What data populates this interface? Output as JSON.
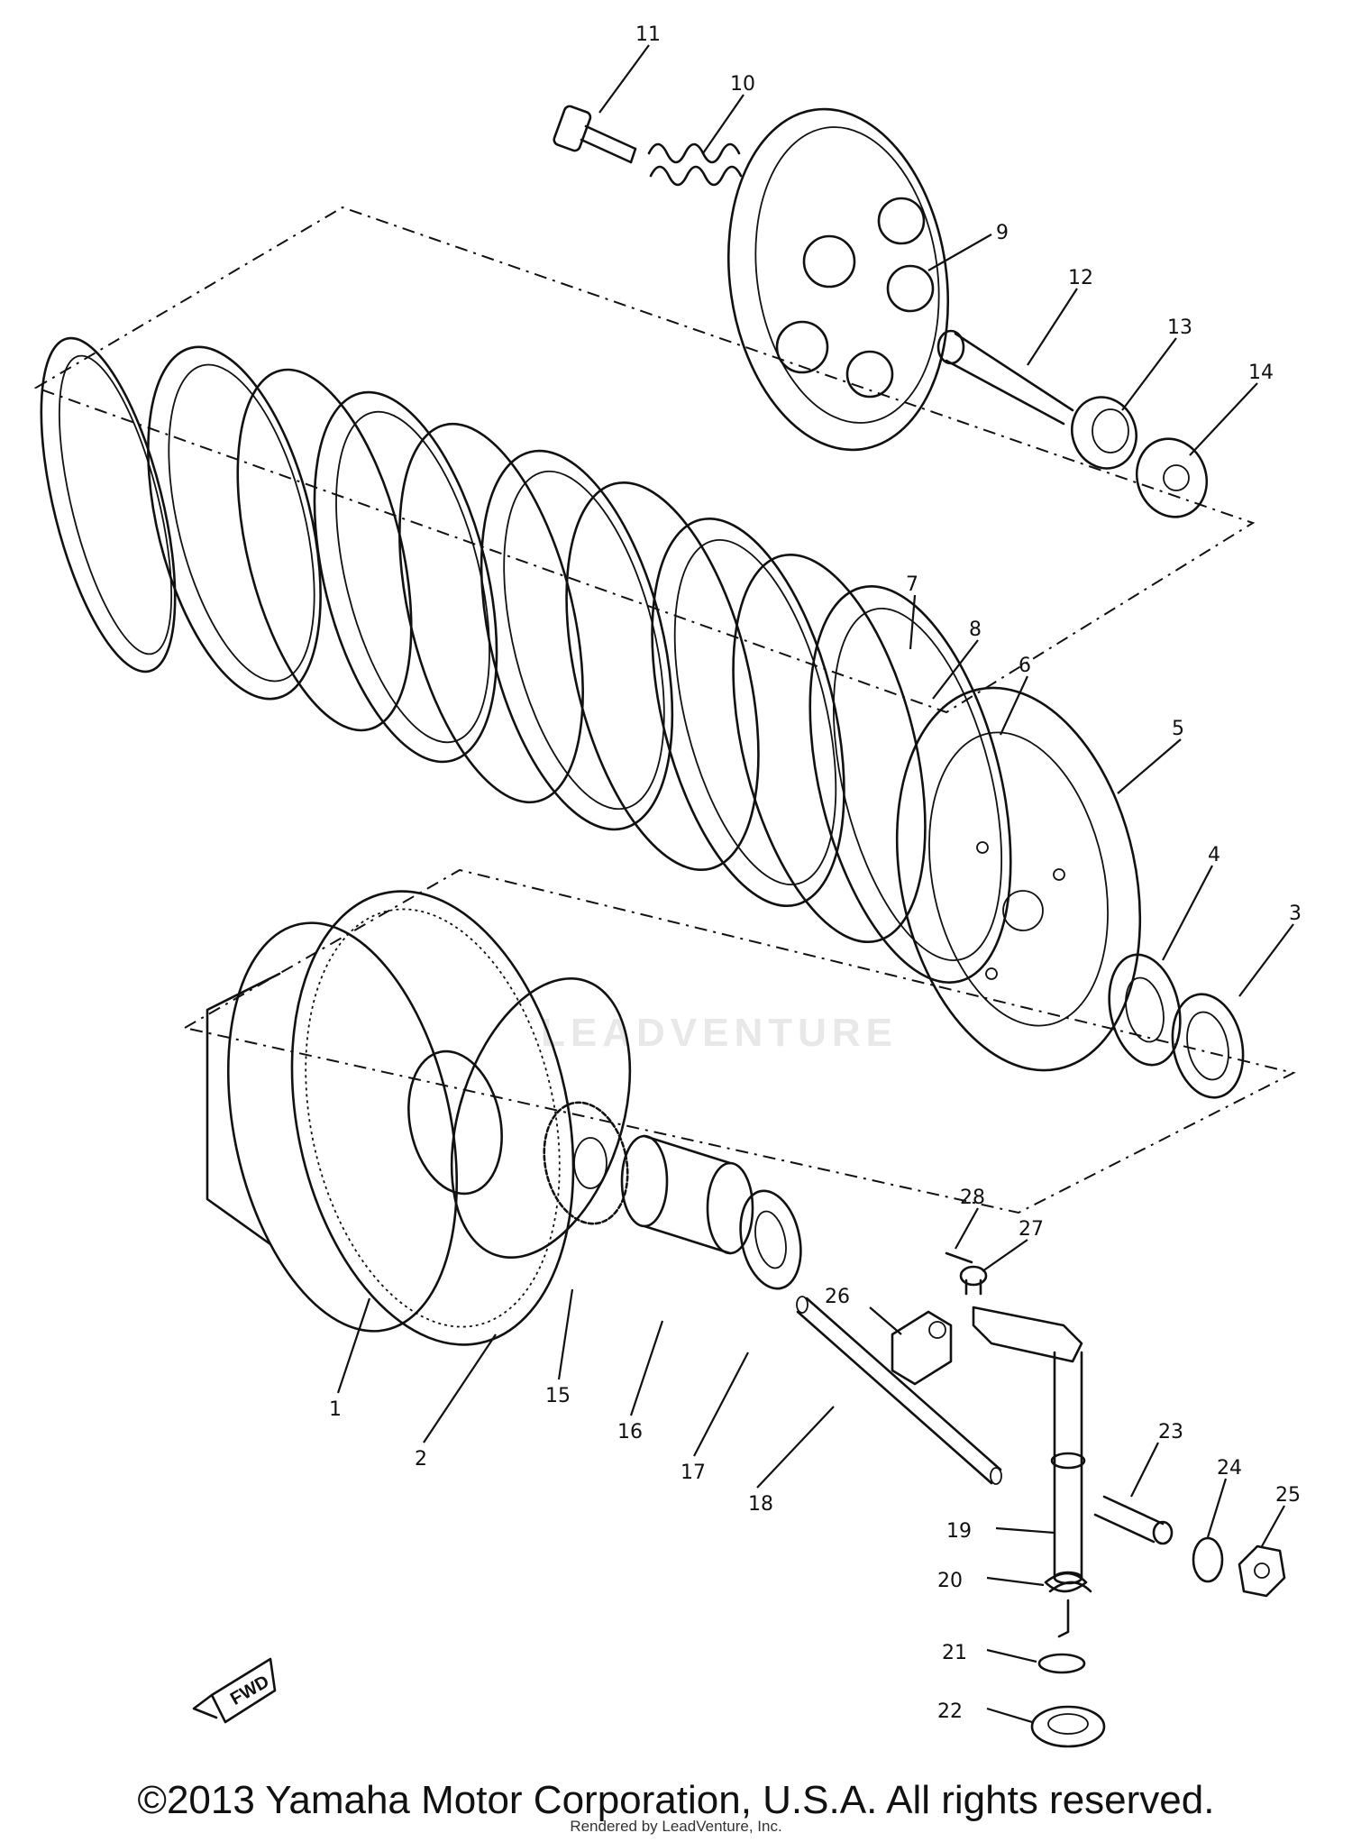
{
  "diagram": {
    "callouts": [
      "1",
      "2",
      "3",
      "4",
      "5",
      "6",
      "7",
      "8",
      "9",
      "10",
      "11",
      "12",
      "13",
      "14",
      "15",
      "16",
      "17",
      "18",
      "19",
      "20",
      "21",
      "22",
      "23",
      "24",
      "25",
      "26",
      "27",
      "28"
    ],
    "fwd_label": "FWD",
    "watermark": "LEADVENTURE"
  },
  "footer": {
    "copyright": "©2013 Yamaha Motor Corporation, U.S.A. All rights reserved.",
    "rendered_by": "Rendered by LeadVenture, Inc."
  }
}
